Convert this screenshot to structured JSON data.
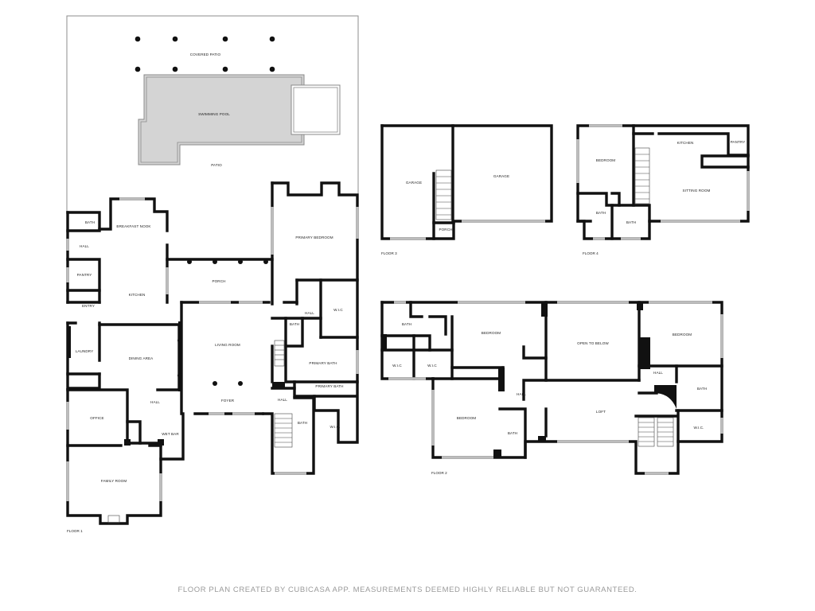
{
  "floors": {
    "floor1": {
      "label": "FLOOR 1",
      "rooms": {
        "covered_patio": "COVERED PATIO",
        "swimming_pool": "SWIMMING POOL",
        "patio": "PATIO",
        "bath": "BATH",
        "breakfast_nook": "BREAKFAST NOOK",
        "hall_pantry": "HALL",
        "pantry": "PANTRY",
        "kitchen": "KITCHEN",
        "entry": "ENTRY",
        "laundry": "LAUNDRY",
        "dining_area": "DINING AREA",
        "porch": "PORCH",
        "living_room": "LIVING ROOM",
        "primary_bedroom": "PRIMARY BEDROOM",
        "hall_primary": "HALL",
        "wic_primary": "W.I.C",
        "bath_small": "BATH",
        "primary_bath_1": "PRIMARY BATH",
        "primary_bath_2": "PRIMARY BATH",
        "office": "OFFICE",
        "hall_office": "HALL",
        "wet_bar": "WET BAR",
        "foyer": "FOYER",
        "hall_stair": "HALL",
        "bath_stair": "BATH",
        "wic_lower": "W.I.C.",
        "family_room": "FAMILY ROOM"
      }
    },
    "floor3": {
      "label": "FLOOR 3",
      "rooms": {
        "garage_left": "GARAGE",
        "garage_right": "GARAGE",
        "porch": "PORCH"
      }
    },
    "floor4": {
      "label": "FLOOR 4",
      "rooms": {
        "bedroom": "BEDROOM",
        "kitchen": "KITCHEN",
        "pantry": "PANTRY",
        "sitting_room": "SITTING ROOM",
        "bath_left": "BATH",
        "bath_right": "BATH"
      }
    },
    "floor2": {
      "label": "FLOOR 2",
      "rooms": {
        "bath_left": "BATH",
        "bedroom_top": "BEDROOM",
        "open_to_below": "OPEN TO BELOW",
        "bedroom_right": "BEDROOM",
        "wic_left": "W.I.C",
        "wic_mid": "W.I.C",
        "hall_right": "HALL",
        "bath_right": "BATH",
        "hall_mid": "HALL",
        "bedroom_bottom": "BEDROOM",
        "bath_bottom": "BATH",
        "loft": "LOFT",
        "wic_right": "W.I.C."
      }
    }
  },
  "disclaimer": "FLOOR PLAN CREATED BY CUBICASA APP. MEASUREMENTS DEEMED HIGHLY RELIABLE BUT NOT GUARANTEED."
}
